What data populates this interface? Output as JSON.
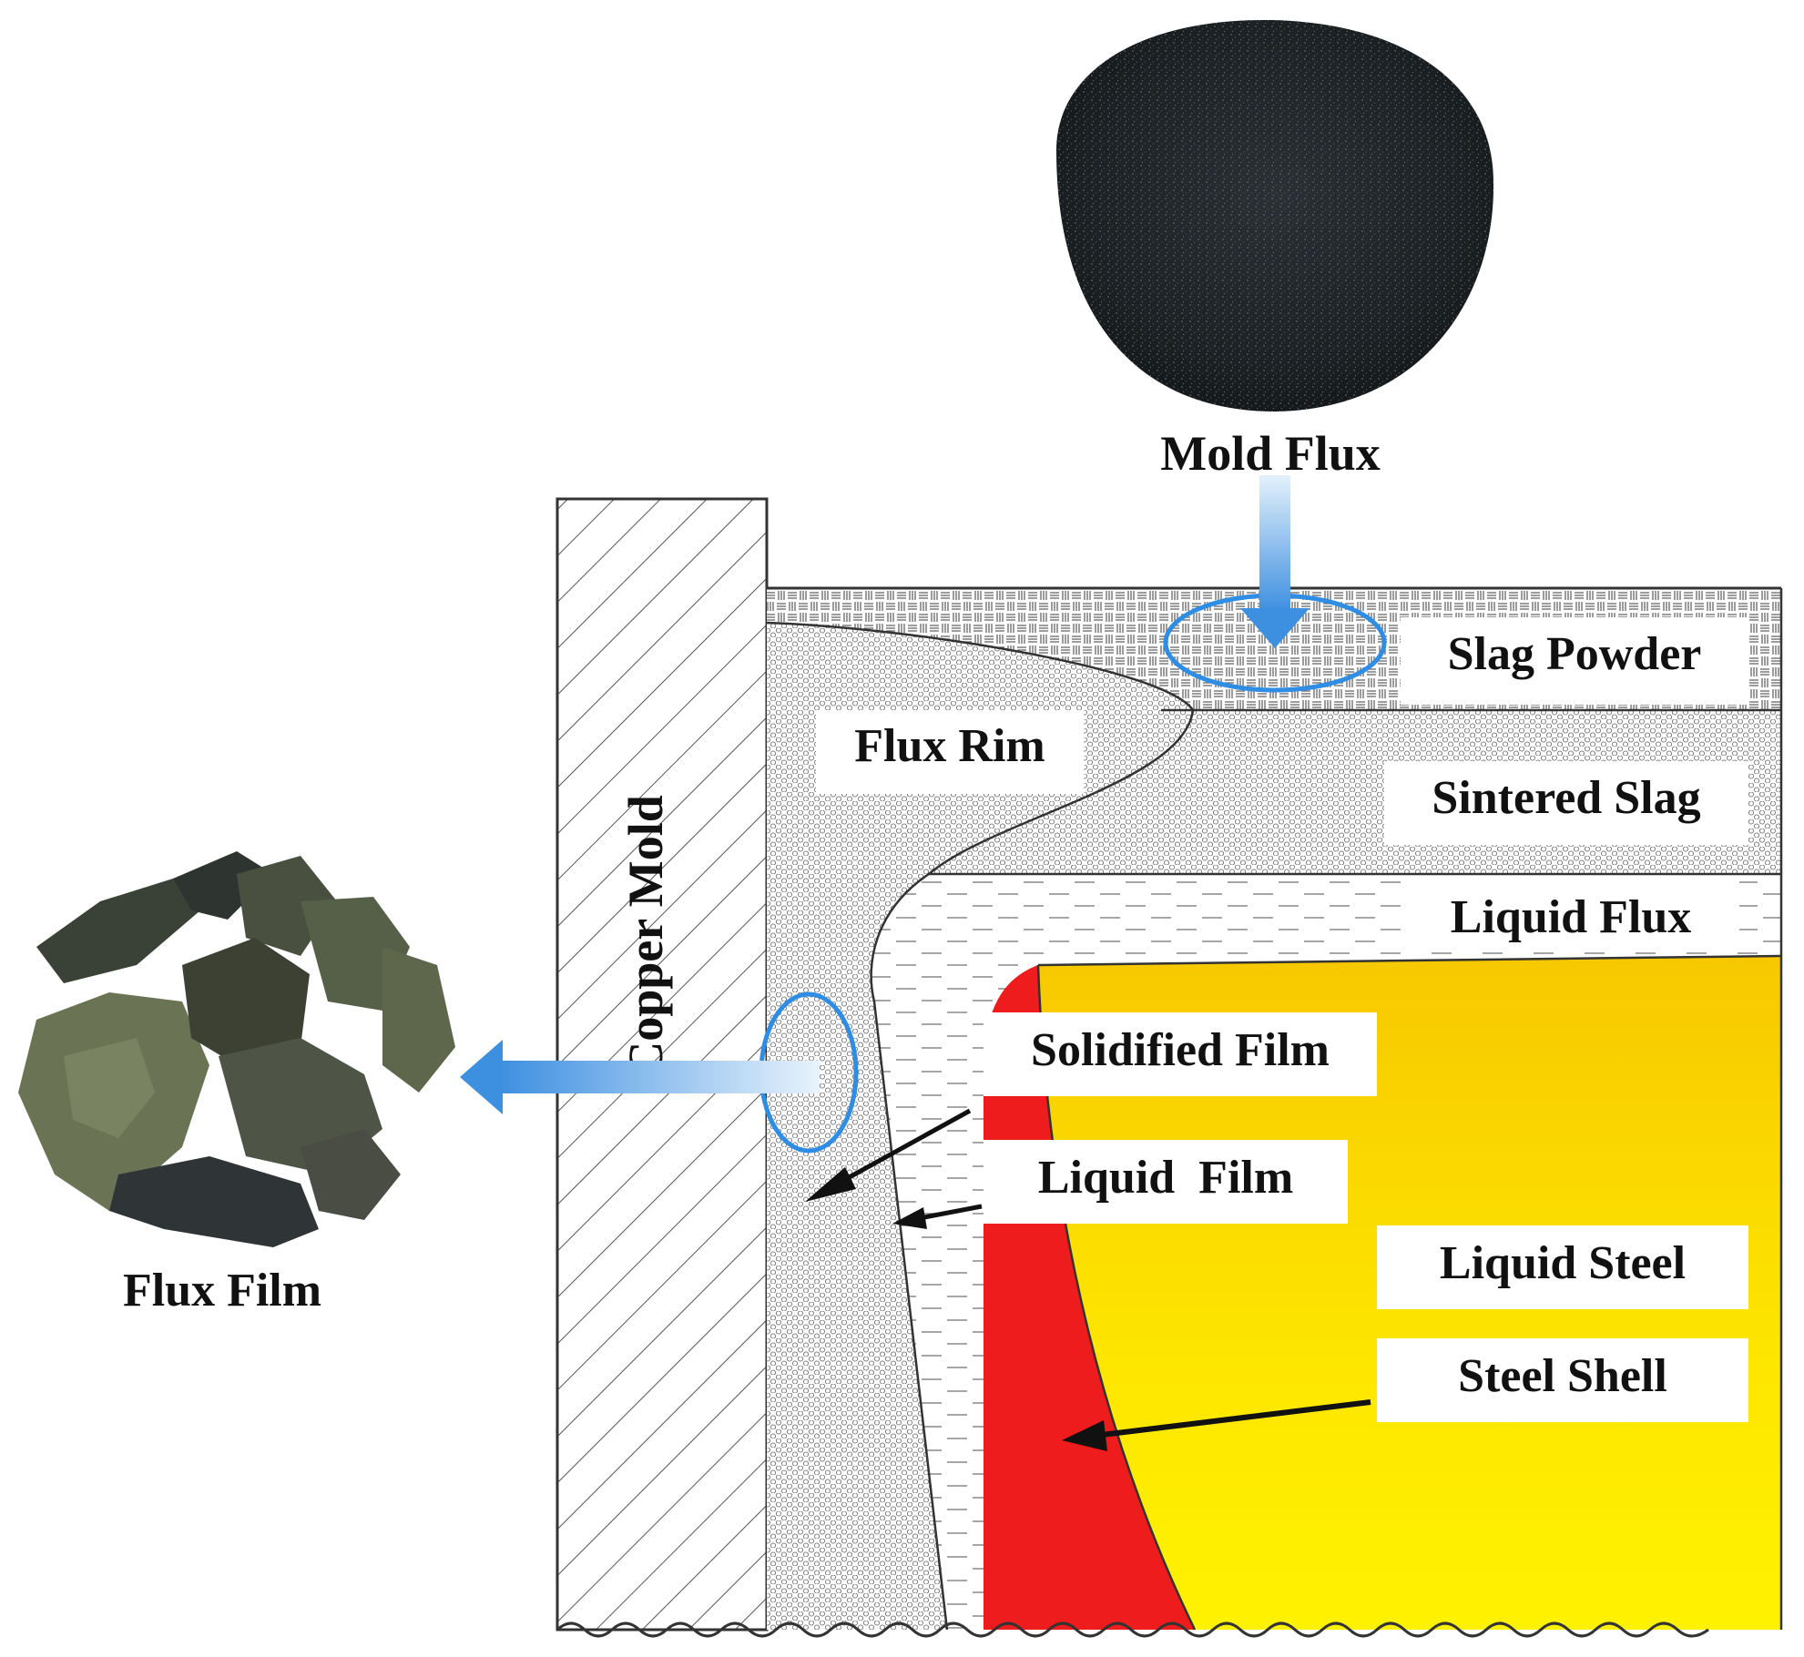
{
  "labels": {
    "mold_flux": "Mold Flux",
    "flux_film": "Flux Film",
    "copper_mold": "Copper Mold",
    "slag_powder": "Slag Powder",
    "flux_rim": "Flux Rim",
    "sintered_slag": "Sintered Slag",
    "liquid_flux": "Liquid Flux",
    "solidified_film": "Solidified Film",
    "liquid_film": "Liquid  Film",
    "liquid_steel": "Liquid Steel",
    "steel_shell": "Steel Shell"
  },
  "colors": {
    "steel_shell": "#ee1c1c",
    "liquid_steel_top": "#f7c800",
    "liquid_steel_bottom": "#fff200",
    "arrow_blue": "#3d8fe0",
    "ellipse_blue": "#2f8de4",
    "outline": "#333333",
    "mold_flux_particle": "#1c2124"
  },
  "icons": {
    "mold_flux_image": "black-powder-pile",
    "flux_film_image": "slag-fragments"
  }
}
